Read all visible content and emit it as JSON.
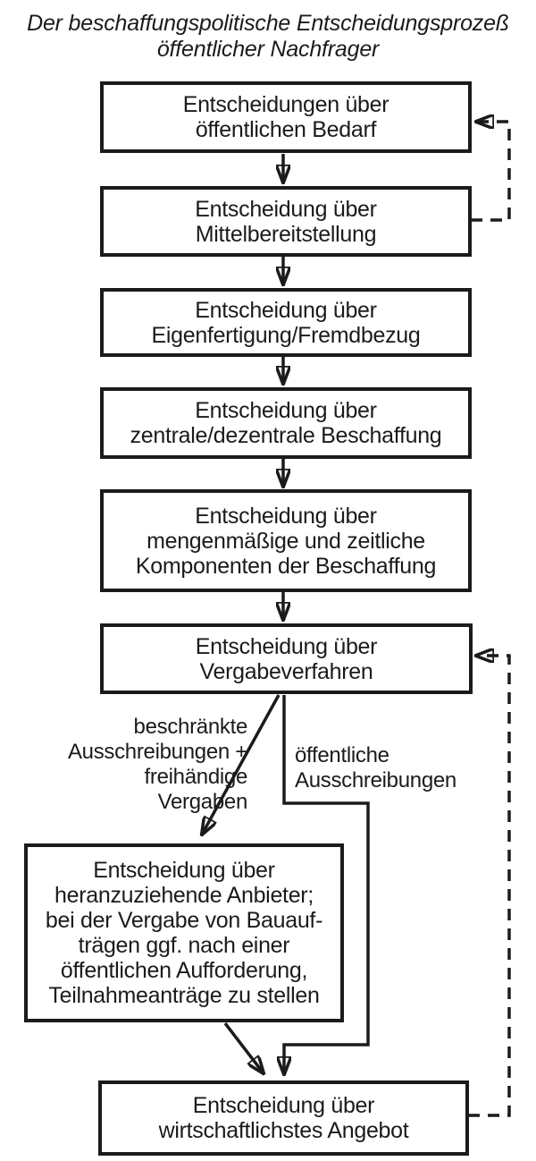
{
  "title": {
    "lines": [
      "Der beschaffungspolitische Entscheidungsprozeß",
      "öffentlicher Nachfrager"
    ]
  },
  "boxes": [
    {
      "name": "oeffentlicher-bedarf",
      "lines": [
        "Entscheidungen über",
        "öffentlichen Bedarf"
      ]
    },
    {
      "name": "mittelbereitstellung",
      "lines": [
        "Entscheidung über",
        "Mittelbereitstellung"
      ]
    },
    {
      "name": "eigenfertigung-fremdbezug",
      "lines": [
        "Entscheidung über",
        "Eigenfertigung/Fremdbezug"
      ]
    },
    {
      "name": "zentrale-dezentrale-beschaffung",
      "lines": [
        "Entscheidung über",
        "zentrale/dezentrale Beschaffung"
      ]
    },
    {
      "name": "mengen-zeit-komponenten",
      "lines": [
        "Entscheidung über",
        "mengenmäßige und zeitliche",
        "Komponenten der Beschaffung"
      ]
    },
    {
      "name": "vergabeverfahren",
      "lines": [
        "Entscheidung über",
        "Vergabeverfahren"
      ]
    },
    {
      "name": "heranzuziehende-anbieter",
      "lines": [
        "Entscheidung über",
        "heranzuziehende Anbieter;",
        "bei der Vergabe von Bauauf-",
        "trägen ggf. nach einer",
        "öffentlichen Aufforderung,",
        "Teilnahmeanträge zu stellen"
      ]
    },
    {
      "name": "wirtschaftlichstes-angebot",
      "lines": [
        "Entscheidung über",
        "wirtschaftlichstes Angebot"
      ]
    }
  ],
  "edge_labels": {
    "left": {
      "lines": [
        "beschränkte",
        "Ausschreibungen +",
        "freihändige",
        "Vergaben"
      ]
    },
    "right": {
      "lines": [
        "öffentliche",
        "Ausschreibungen"
      ]
    }
  },
  "colors": {
    "ink": "#1b1b1b",
    "background": "#ffffff"
  }
}
